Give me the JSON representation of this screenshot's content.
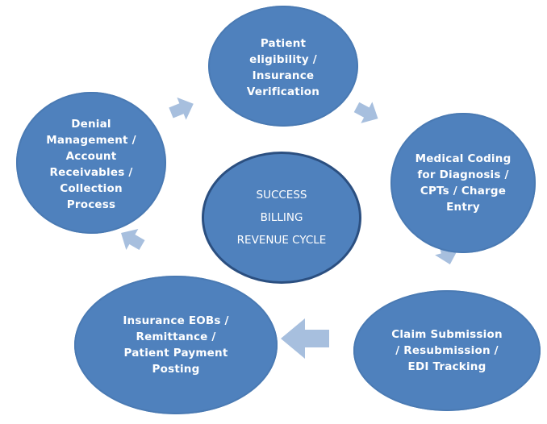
{
  "diagram": {
    "center": {
      "lines": [
        "SUCCESS",
        "BILLING",
        "REVENUE CYCLE"
      ]
    },
    "nodes": {
      "eligibility": "Patient\neligibility /\nInsurance\nVerification",
      "coding": "Medical Coding\nfor Diagnosis /\nCPTs / Charge\nEntry",
      "claim": "Claim Submission\n/ Resubmission /\nEDI Tracking",
      "eob": "Insurance EOBs /\nRemittance /\nPatient Payment\nPosting",
      "denial": "Denial\nManagement /\nAccount\nReceivables /\nCollection\nProcess"
    },
    "colors": {
      "node_fill": "#4f81bd",
      "center_border": "#2b4f80",
      "arrow_fill": "#a7bfde",
      "text": "#ffffff"
    }
  }
}
